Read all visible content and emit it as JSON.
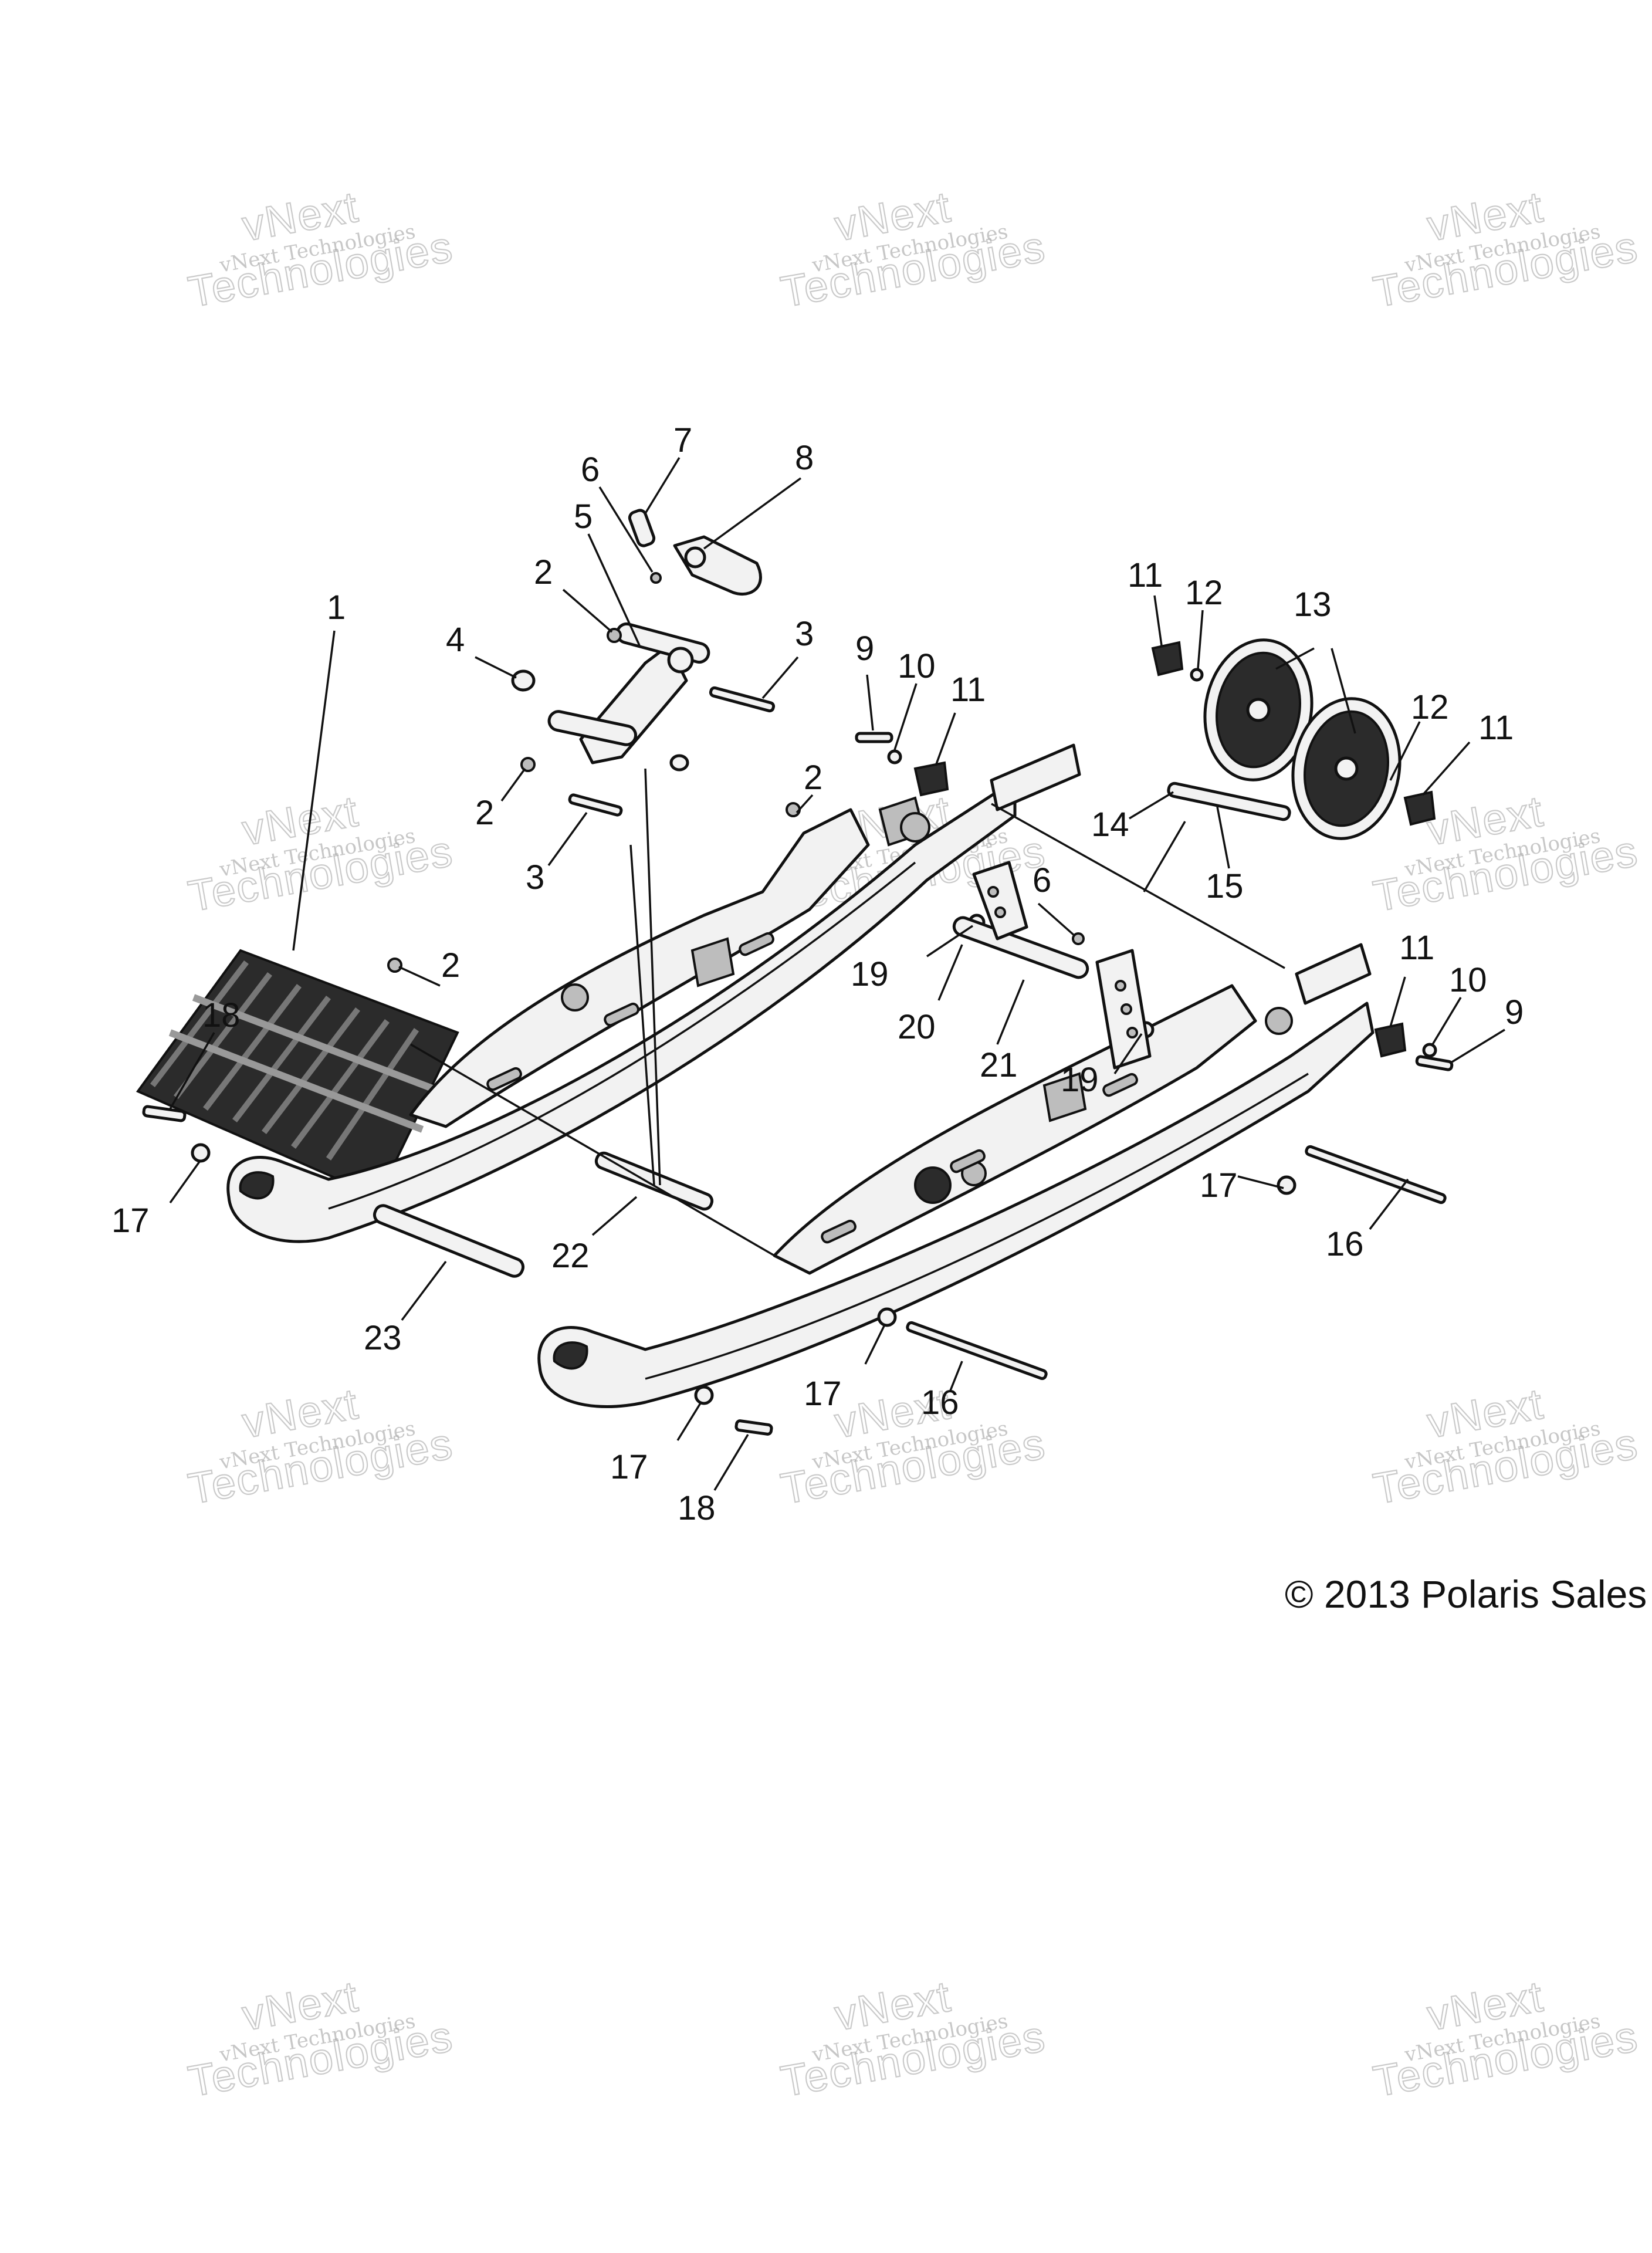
{
  "watermarks": {
    "small": "vNext Technologies",
    "line1": "vNext",
    "line2": "Technologies"
  },
  "copyright": "© 2013 Polaris Sales",
  "callouts": [
    {
      "n": "1"
    },
    {
      "n": "2"
    },
    {
      "n": "2"
    },
    {
      "n": "2"
    },
    {
      "n": "2"
    },
    {
      "n": "3"
    },
    {
      "n": "3"
    },
    {
      "n": "4"
    },
    {
      "n": "5"
    },
    {
      "n": "6"
    },
    {
      "n": "6"
    },
    {
      "n": "7"
    },
    {
      "n": "8"
    },
    {
      "n": "9"
    },
    {
      "n": "9"
    },
    {
      "n": "10"
    },
    {
      "n": "10"
    },
    {
      "n": "11"
    },
    {
      "n": "11"
    },
    {
      "n": "11"
    },
    {
      "n": "11"
    },
    {
      "n": "12"
    },
    {
      "n": "12"
    },
    {
      "n": "13"
    },
    {
      "n": "14"
    },
    {
      "n": "15"
    },
    {
      "n": "16"
    },
    {
      "n": "16"
    },
    {
      "n": "17"
    },
    {
      "n": "17"
    },
    {
      "n": "17"
    },
    {
      "n": "17"
    },
    {
      "n": "18"
    },
    {
      "n": "18"
    },
    {
      "n": "19"
    },
    {
      "n": "19"
    },
    {
      "n": "20"
    },
    {
      "n": "21"
    },
    {
      "n": "22"
    },
    {
      "n": "23"
    }
  ]
}
